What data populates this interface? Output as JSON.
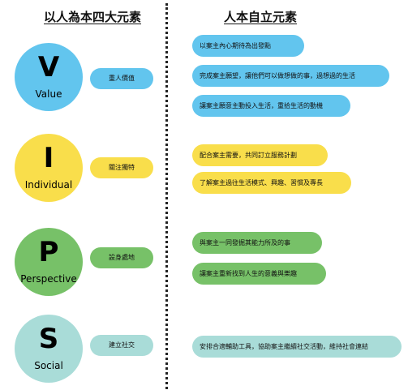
{
  "headers": {
    "left": "以人為本四大元素",
    "right": "人本自立元素"
  },
  "colors": {
    "value": "#62c5ee",
    "individual": "#f9de4b",
    "perspective": "#77c168",
    "social": "#a9dcd8"
  },
  "elements": [
    {
      "letter": "V",
      "word": "Value",
      "tag": "重人價值",
      "items": [
        "以案主內心期待為出發點",
        "完成案主願望，讓他們可以做想做的事，過想過的生活",
        "讓案主願意主動投入生活，重拾生活的動機"
      ]
    },
    {
      "letter": "I",
      "word": "Individual",
      "tag": "關注獨特",
      "items": [
        "配合案主需要，共同訂立服務計劃",
        "了解案主過往生活模式、興趣、習慣及專長"
      ]
    },
    {
      "letter": "P",
      "word": "Perspective",
      "tag": "設身處地",
      "items": [
        "與案主一同發掘其能力所及的事",
        "讓案主重新找到人生的意義與樂趣"
      ]
    },
    {
      "letter": "S",
      "word": "Social",
      "tag": "建立社交",
      "items": [
        "安排合適輔助工具，協助案主繼續社交活動，維持社會連結"
      ]
    }
  ]
}
